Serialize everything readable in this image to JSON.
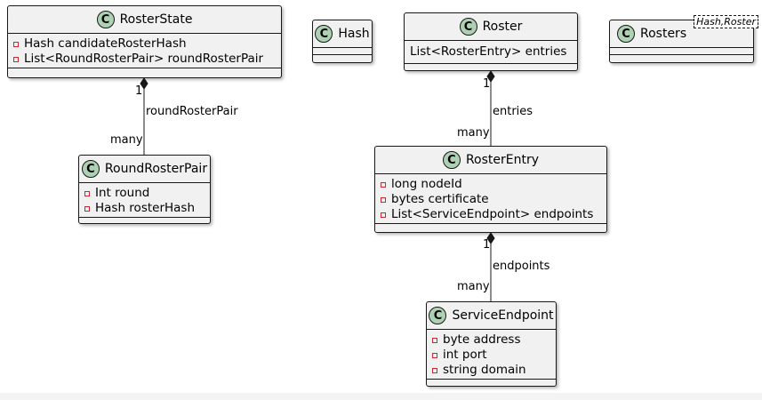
{
  "classes": {
    "roster_state": {
      "name": "RosterState",
      "fields": [
        "Hash candidateRosterHash",
        "List<RoundRosterPair> roundRosterPair"
      ]
    },
    "round_roster_pair": {
      "name": "RoundRosterPair",
      "fields": [
        "Int round",
        "Hash rosterHash"
      ]
    },
    "hash": {
      "name": "Hash"
    },
    "roster": {
      "name": "Roster",
      "fields": [
        "List<RosterEntry> entries"
      ]
    },
    "rosters": {
      "name": "Rosters",
      "generic": "Hash,Roster"
    },
    "roster_entry": {
      "name": "RosterEntry",
      "fields": [
        "long nodeId",
        "bytes certificate",
        "List<ServiceEndpoint> endpoints"
      ]
    },
    "service_endpoint": {
      "name": "ServiceEndpoint",
      "fields": [
        "byte address",
        "int port",
        "string domain"
      ]
    }
  },
  "relations": {
    "roster_state_to_pair": {
      "label": "roundRosterPair",
      "from_mult": "1",
      "to_mult": "many"
    },
    "roster_to_entry": {
      "label": "entries",
      "from_mult": "1",
      "to_mult": "many"
    },
    "entry_to_endpoint": {
      "label": "endpoints",
      "from_mult": "1",
      "to_mult": "many"
    }
  },
  "style": {
    "class_fill": "#f1f1f1",
    "badge_color": "#add1b2",
    "field_visibility_color": "#c82930",
    "line_color": "#181818"
  }
}
